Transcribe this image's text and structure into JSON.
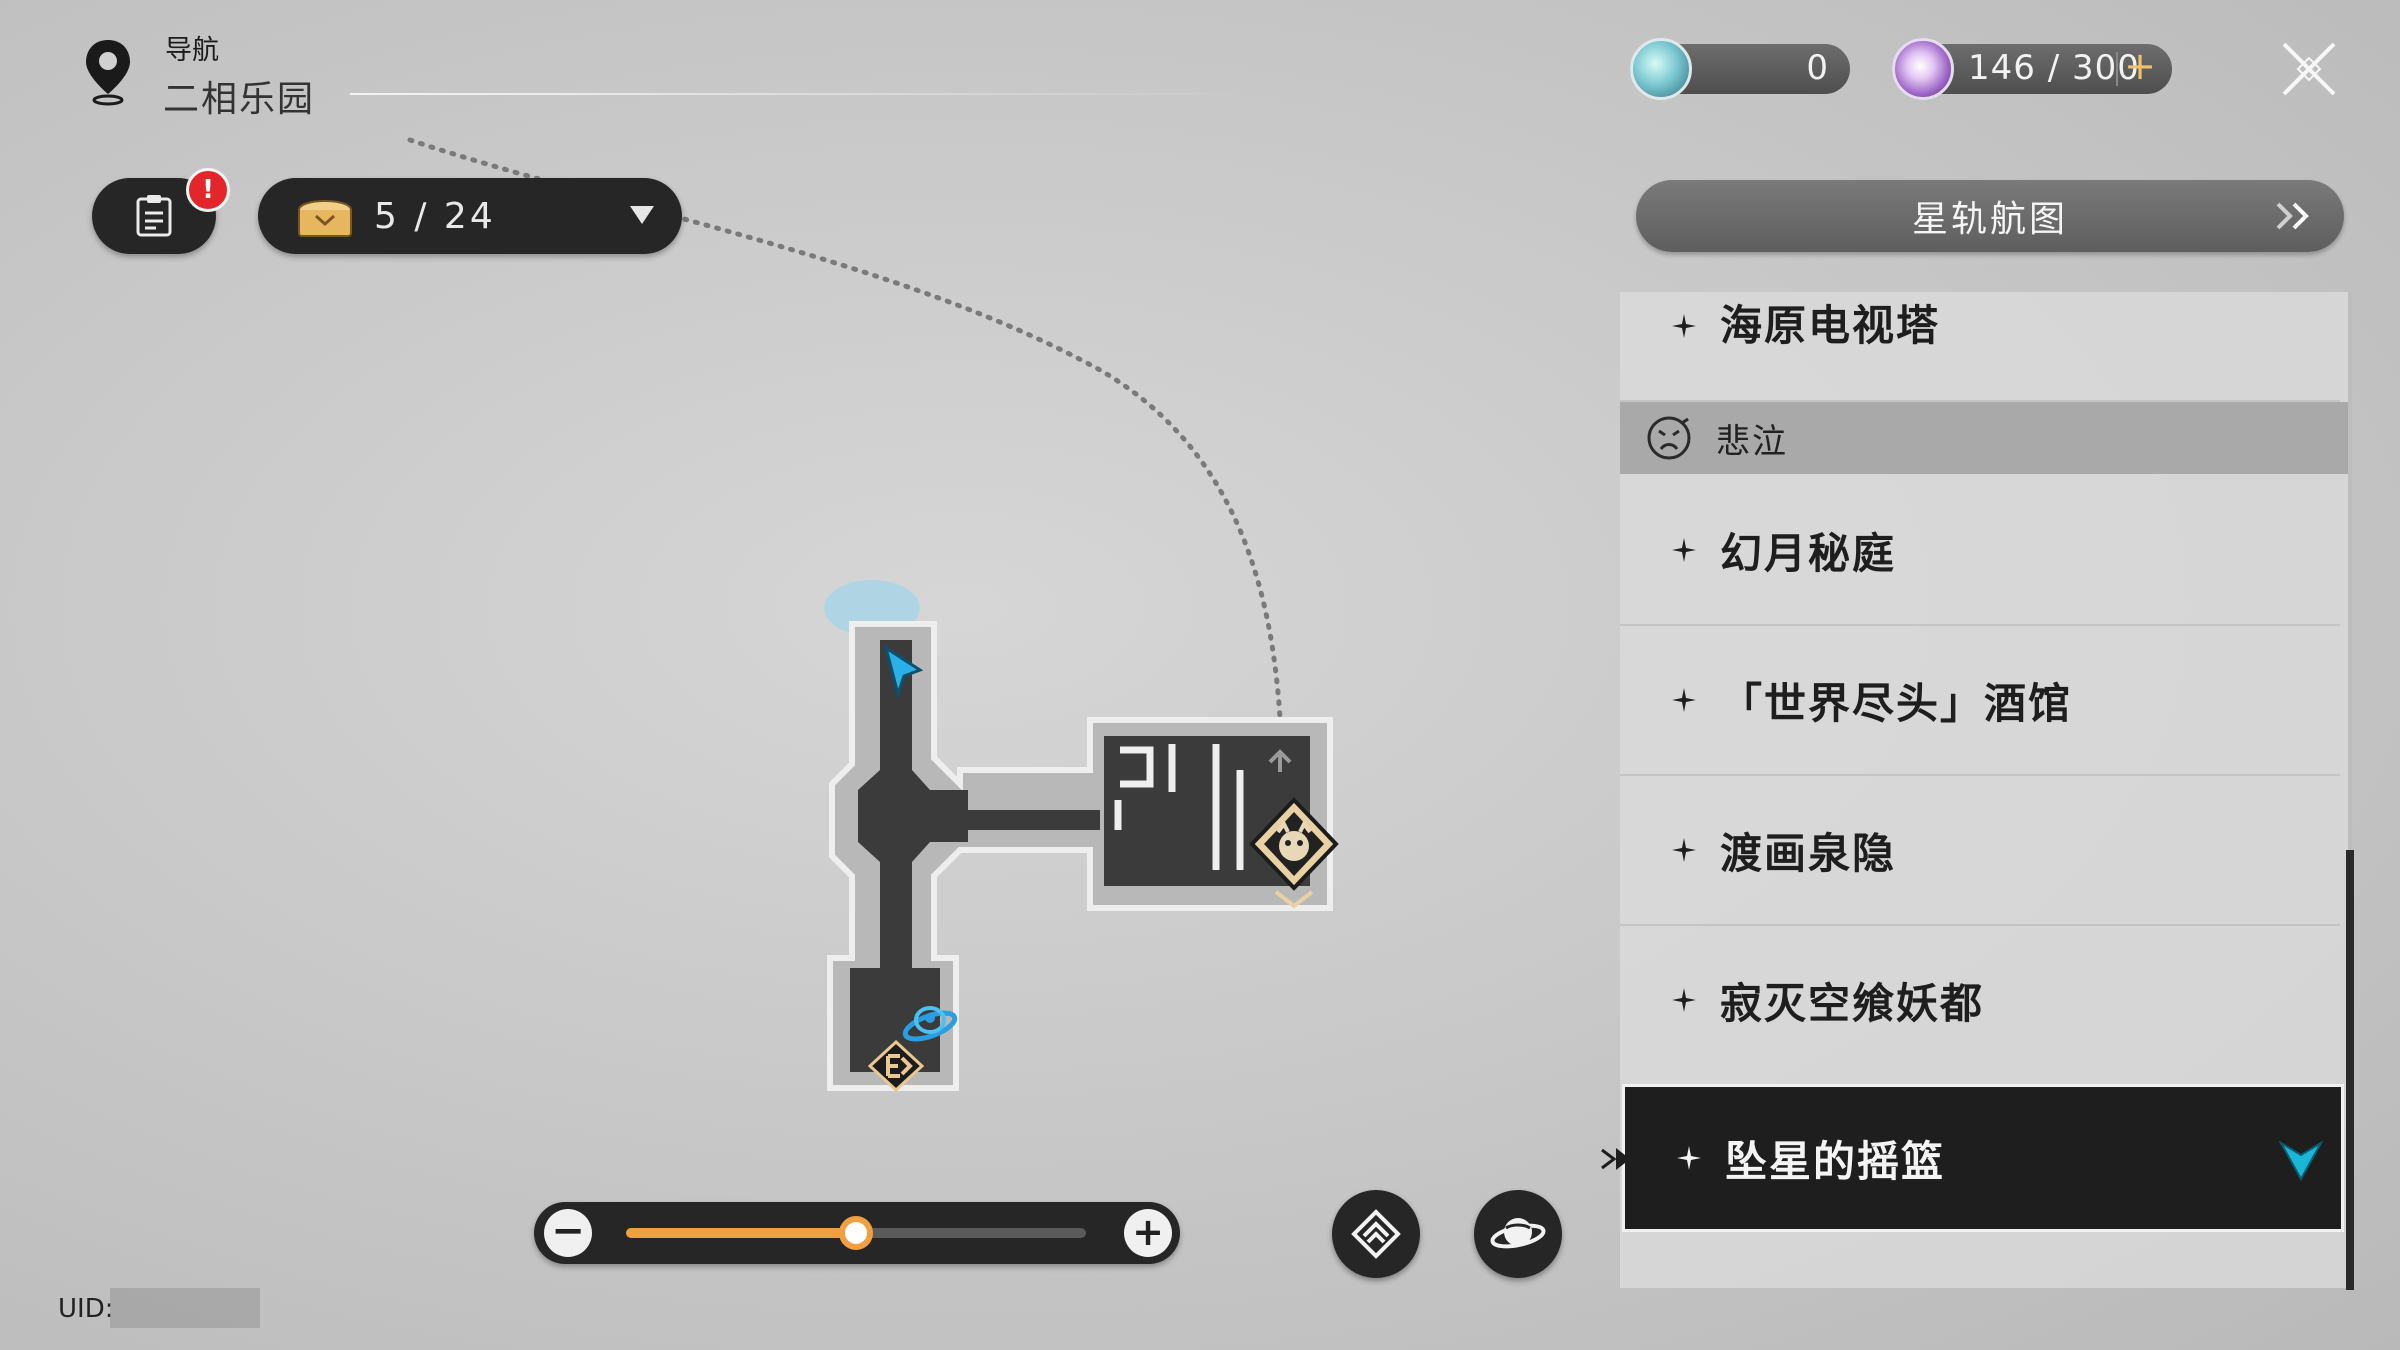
{
  "nav": {
    "label": "导航",
    "area": "二相乐园"
  },
  "tasks": {
    "badge": "!"
  },
  "chest": {
    "count": "5 / 24"
  },
  "currency": [
    {
      "icon": "trailblaze-fuel-icon",
      "value": "0"
    },
    {
      "icon": "trailblaze-power-icon",
      "value": "146 / 300",
      "plus": "+"
    }
  ],
  "starmap": {
    "label": "星轨航图"
  },
  "list": {
    "items_top": [
      "海原电视塔"
    ],
    "section": {
      "icon": "sad-face-icon",
      "label": "悲泣"
    },
    "items": [
      "幻月秘庭",
      "「世界尽头」酒馆",
      "渡画泉隐",
      "寂灭空飨妖都"
    ],
    "selected": "坠星的摇篮"
  },
  "zoom": {
    "level": 0.5,
    "minus": "−",
    "plus": "+"
  },
  "uid": {
    "label": "UID:"
  },
  "colors": {
    "accent": "#f0a040",
    "player_arrow": "#2ab0e6",
    "dark_ui": "#262626",
    "selected_marker": "#1bb6d6"
  }
}
